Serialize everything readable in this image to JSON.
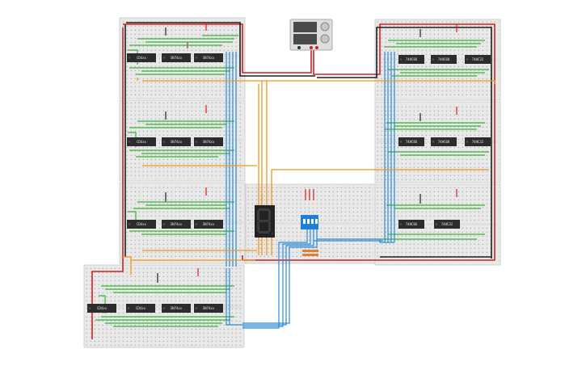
{
  "scene": {
    "kind": "breadboard-circuit",
    "colors": {
      "board": "#e9e9e9",
      "board_edge": "#d2d2d2",
      "hole": "#b5b5b5",
      "rail_red": "#d83a3a",
      "rail_blue": "#3a73d8",
      "wire_red": "#d32020",
      "wire_black": "#1e1e1e",
      "wire_green": "#38b238",
      "wire_orange": "#f0951e",
      "wire_blue": "#2a8ad6",
      "chip": "#2c2c2c",
      "display_body": "#222222",
      "display_segment": "#3c3c3c",
      "dip_switch": "#1f7fd6",
      "power_supply": "#dedede"
    }
  },
  "chips": {
    "left_col_row1": [
      "CD4xx",
      "SN74xx",
      "SN74xx"
    ],
    "left_col_row2": [
      "CD4xx",
      "SN74xx",
      "SN74xx"
    ],
    "left_col_row3": [
      "CD4xx",
      "SN74xx",
      "SN74xx"
    ],
    "bottom_row": [
      "CD4xx",
      "CD4xx",
      "SN74xx",
      "SN74xx"
    ],
    "right_col_row1": [
      "74HC86",
      "74HC08",
      "74HC32"
    ],
    "right_col_row2": [
      "74HC86",
      "74HC08",
      "74HC32"
    ],
    "right_col_row3": [
      "74HC86",
      "74HC32"
    ]
  },
  "components": {
    "power_supply": {
      "icon": "power-supply-icon"
    },
    "seven_segment": {
      "icon": "seven-segment-display-icon"
    },
    "dip_switch": {
      "icon": "dip-switch-icon"
    }
  }
}
